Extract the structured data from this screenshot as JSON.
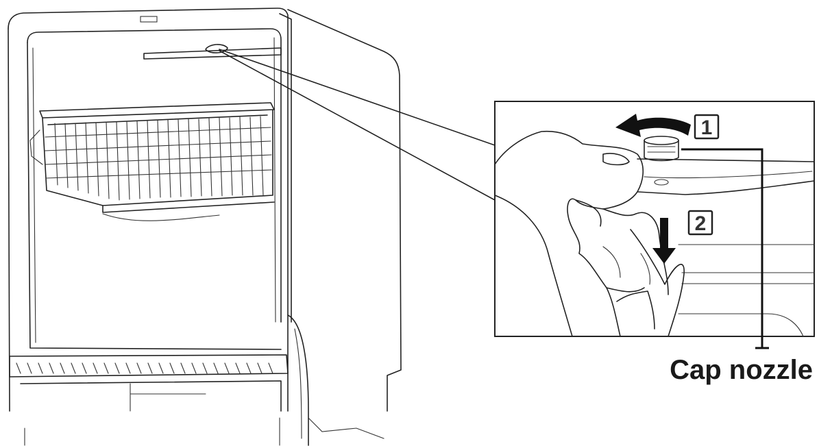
{
  "callout": {
    "label": "Cap nozzle"
  },
  "steps": [
    {
      "number": "1",
      "action": "rotate-counterclockwise"
    },
    {
      "number": "2",
      "action": "pull-down"
    }
  ],
  "icons": {
    "rotate_arrow": "curved-arrow-left-icon",
    "down_arrow": "arrow-down-icon"
  }
}
